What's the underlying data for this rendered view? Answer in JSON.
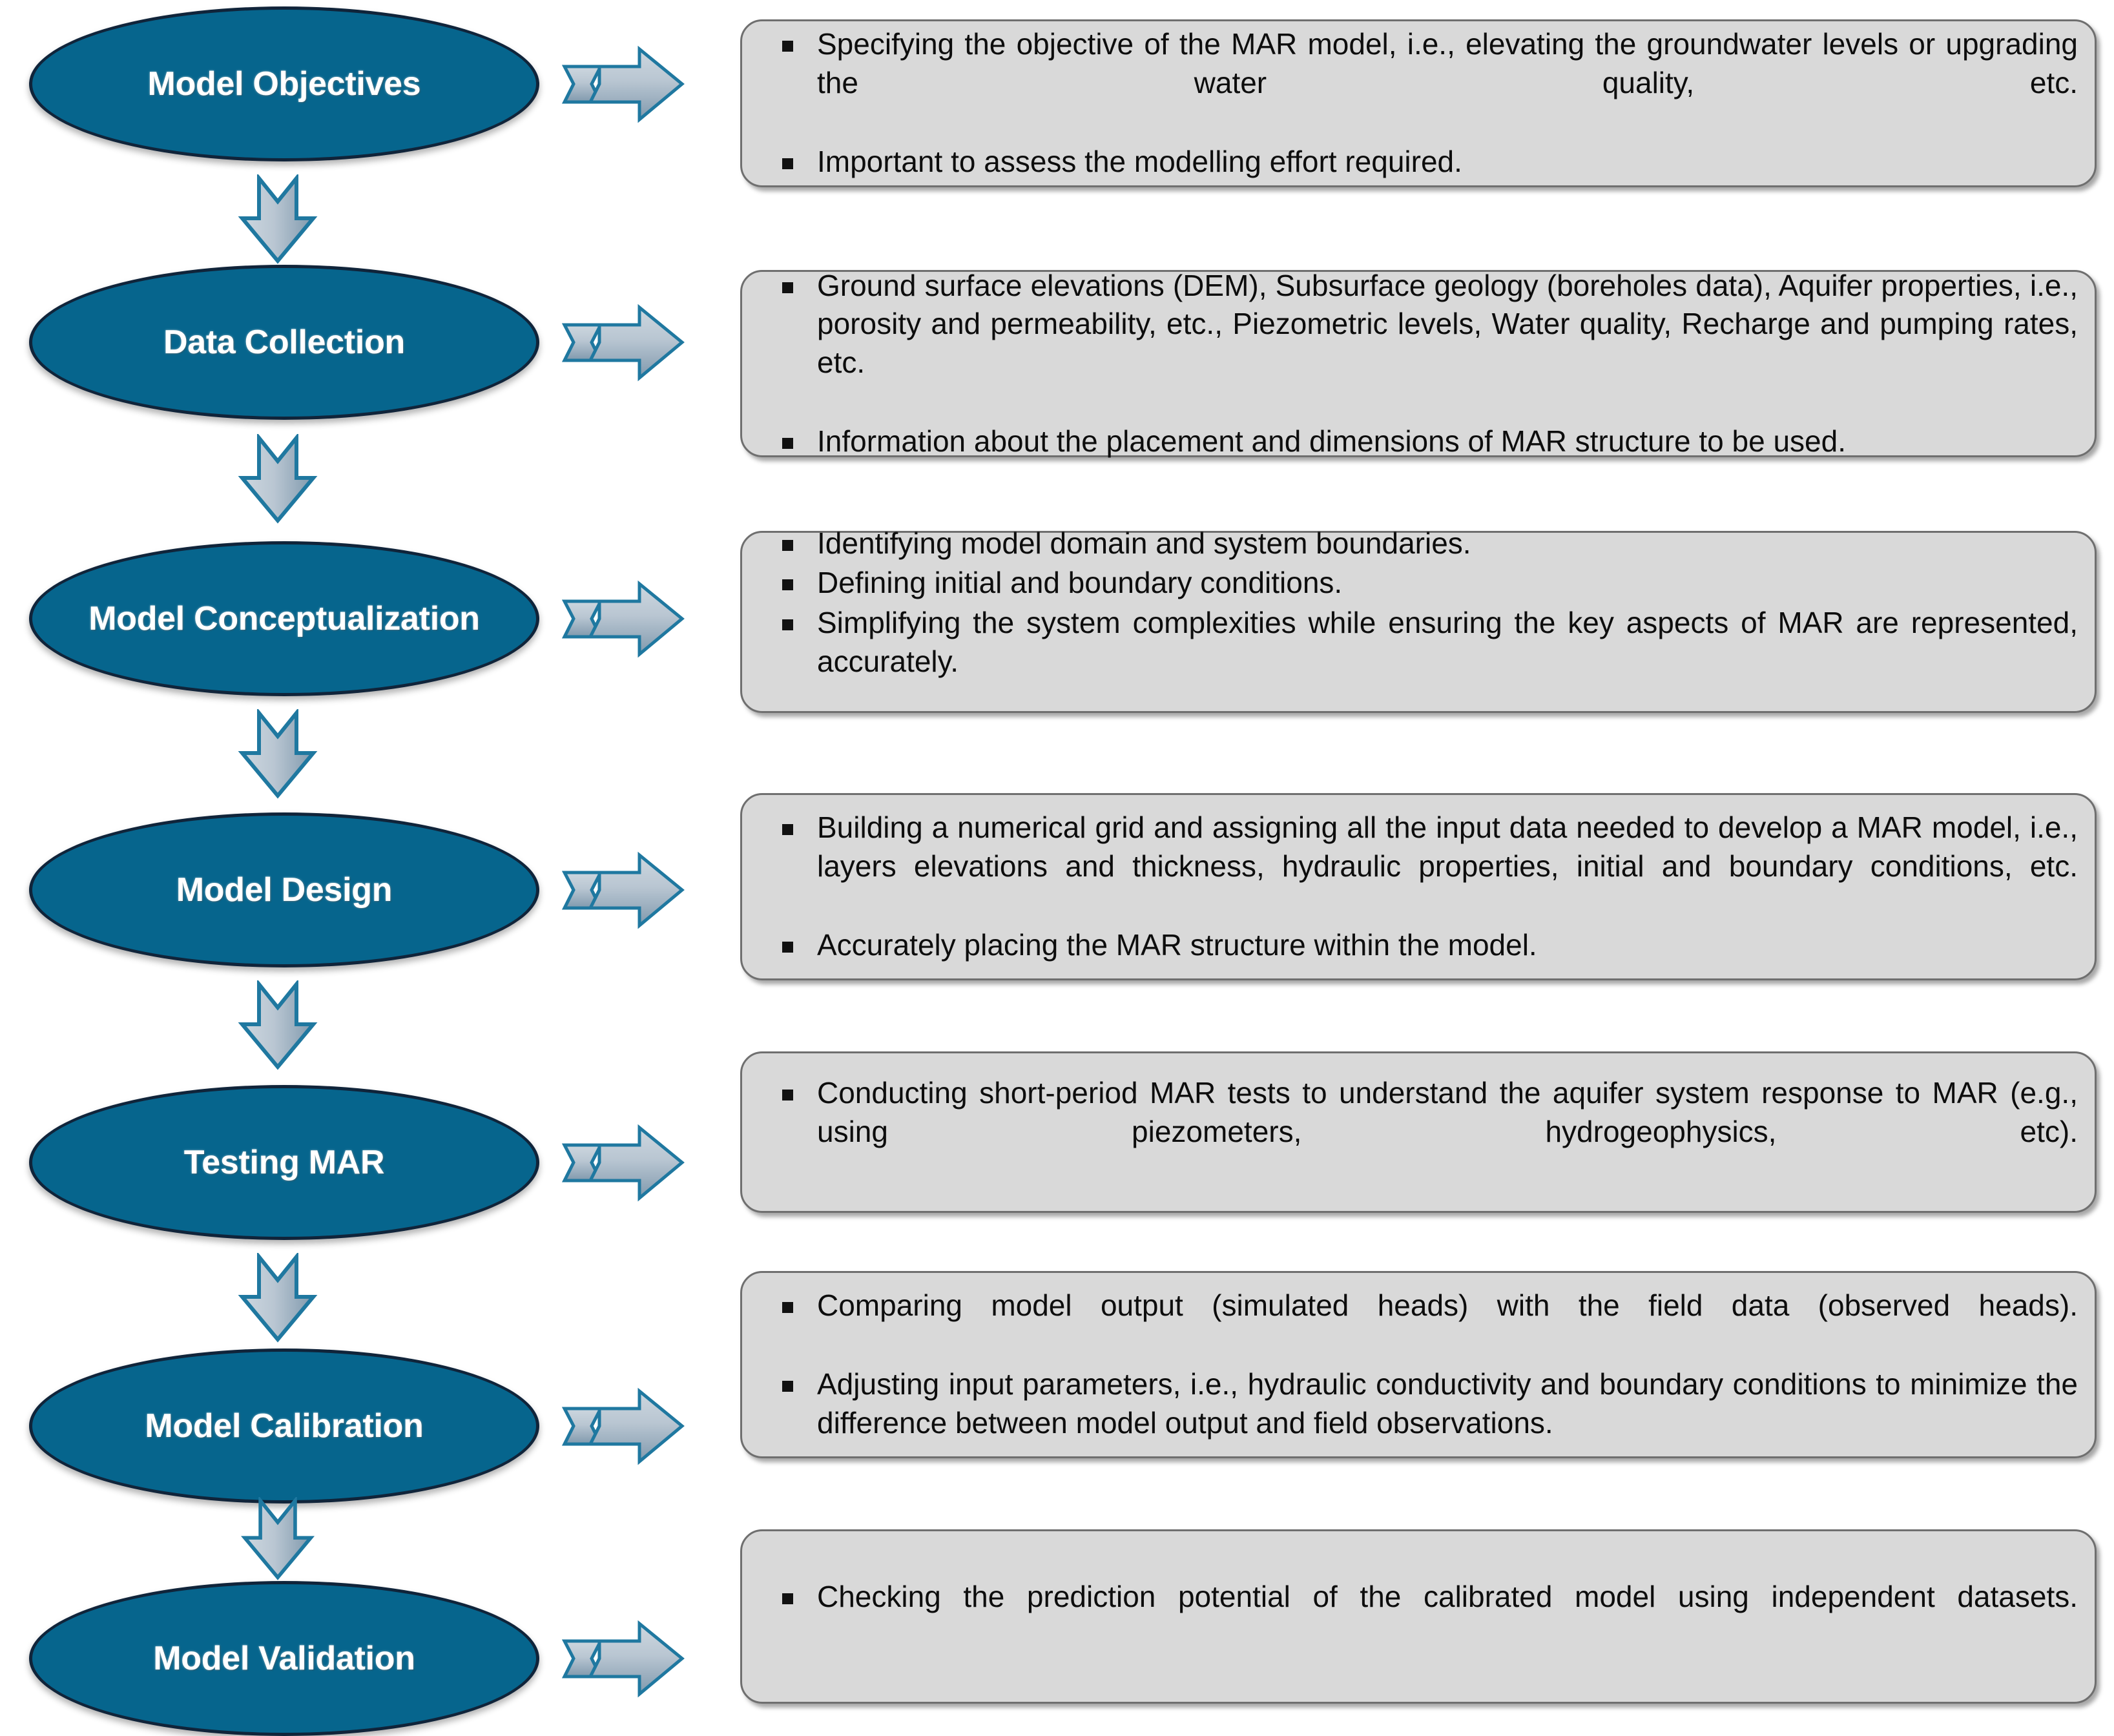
{
  "diagram": {
    "title": "MAR groundwater modelling workflow",
    "colors": {
      "ellipse_fill": "#06658d",
      "ellipse_border": "#10243a",
      "ellipse_text": "#ffffff",
      "box_fill": "#d9d9d9",
      "box_border": "#6f6f6f",
      "arrow_fill_light": "#c3ced8",
      "arrow_fill_dark": "#7e97ab",
      "arrow_border": "#1f78a0",
      "bullet_color": "#111111"
    },
    "icons": {
      "connector_right": "arrow-right-icon",
      "connector_down": "arrow-down-icon",
      "bullet": "square-bullet-icon"
    },
    "steps": [
      {
        "id": "model-objectives",
        "label": "Model Objectives",
        "bullets": [
          "Specifying the objective of the MAR model, i.e., elevating the groundwater levels or upgrading the water quality, etc.",
          "Important to assess the modelling effort required."
        ]
      },
      {
        "id": "data-collection",
        "label": "Data Collection",
        "bullets": [
          "Ground surface elevations (DEM), Subsurface geology (boreholes data), Aquifer properties, i.e., porosity and permeability, etc., Piezometric levels, Water quality, Recharge and pumping rates, etc.",
          "Information about the placement and dimensions of MAR structure to be used."
        ]
      },
      {
        "id": "model-conceptualization",
        "label": "Model Conceptualization",
        "bullets": [
          "Identifying model domain and system boundaries.",
          "Defining initial and boundary conditions.",
          "Simplifying the system complexities while ensuring the key aspects of MAR are represented, accurately."
        ]
      },
      {
        "id": "model-design",
        "label": "Model Design",
        "bullets": [
          "Building a numerical grid and assigning all the input data needed to develop a MAR model, i.e., layers elevations and thickness, hydraulic properties, initial and boundary conditions, etc.",
          "Accurately placing the MAR structure within the model."
        ]
      },
      {
        "id": "testing-mar",
        "label": "Testing MAR",
        "bullets": [
          "Conducting short-period MAR tests to understand the aquifer system response to MAR (e.g., using piezometers, hydrogeophysics, etc)."
        ]
      },
      {
        "id": "model-calibration",
        "label": "Model Calibration",
        "bullets": [
          "Comparing model output (simulated heads) with the field data (observed heads).",
          "Adjusting input parameters, i.e., hydraulic conductivity and boundary conditions to minimize the difference between model output and field observations."
        ]
      },
      {
        "id": "model-validation",
        "label": "Model Validation",
        "bullets": [
          "Checking the prediction potential of the calibrated model using independent datasets."
        ]
      }
    ]
  }
}
